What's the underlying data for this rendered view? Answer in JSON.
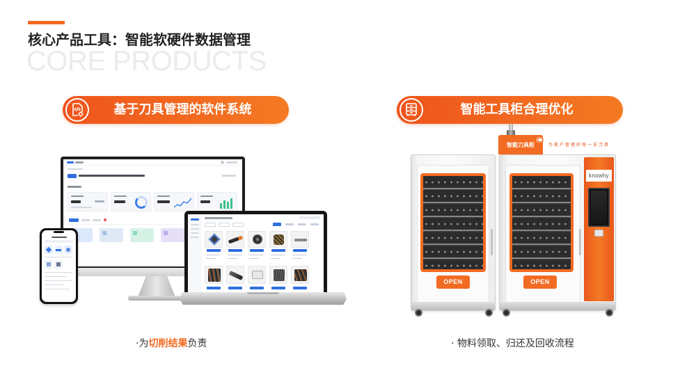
{
  "slide": {
    "title": "核心产品工具：智能软硬件数据管理",
    "watermark": "CORE PRODUCTS",
    "accent_color": "#f26b22"
  },
  "left_panel": {
    "heading": "基于刀具管理的软件系统",
    "icon": "code-document-icon",
    "caption_prefix": "·为",
    "caption_highlight": "切削结果",
    "caption_suffix": "负责"
  },
  "right_panel": {
    "heading": "智能工具柜合理优化",
    "icon": "cabinet-icon",
    "caption": "· 物料领取、归还及回收流程",
    "cabinet": {
      "badge": "智能刀具柜",
      "slogan": "为客户管理好每一支刀具",
      "open_label": "OPEN",
      "brand": "knowhy"
    }
  }
}
